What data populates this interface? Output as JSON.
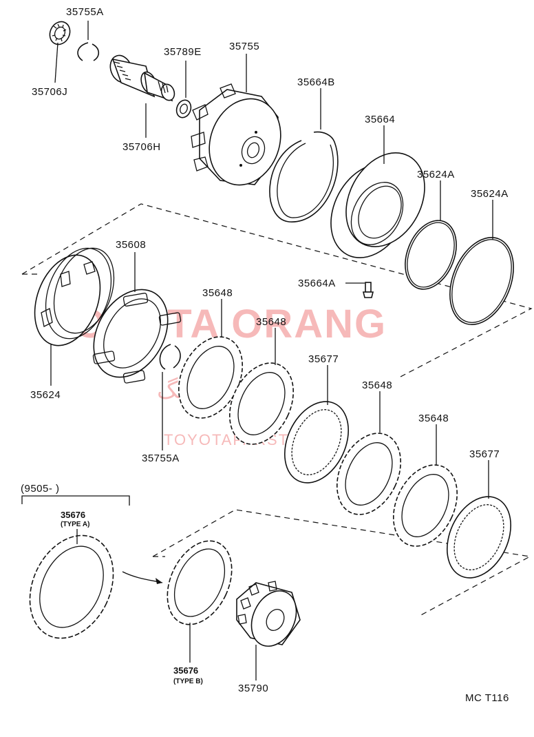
{
  "diagram": {
    "code": "MC  T116",
    "date_range": "(9505-          )",
    "watermark": {
      "title": "TOYOTA ORANG",
      "persian": "تویوتا ارنگ",
      "site": "TOYOTAPARST.IR"
    },
    "labels": {
      "p35755A_top": "35755A",
      "p35706J": "35706J",
      "p35789E": "35789E",
      "p35755": "35755",
      "p35706H": "35706H",
      "p35664B": "35664B",
      "p35664": "35664",
      "p35624A_a": "35624A",
      "p35624A_b": "35624A",
      "p35664A": "35664A",
      "p35608": "35608",
      "p35624": "35624",
      "p35648_a": "35648",
      "p35648_b": "35648",
      "p35677_a": "35677",
      "p35755A_bottom": "35755A",
      "p35648_c": "35648",
      "p35648_d": "35648",
      "p35677_b": "35677",
      "p35676_a": "35676",
      "p35676_a_type": "(TYPE A)",
      "p35676_b": "35676",
      "p35676_b_type": "(TYPE B)",
      "p35790": "35790"
    }
  }
}
